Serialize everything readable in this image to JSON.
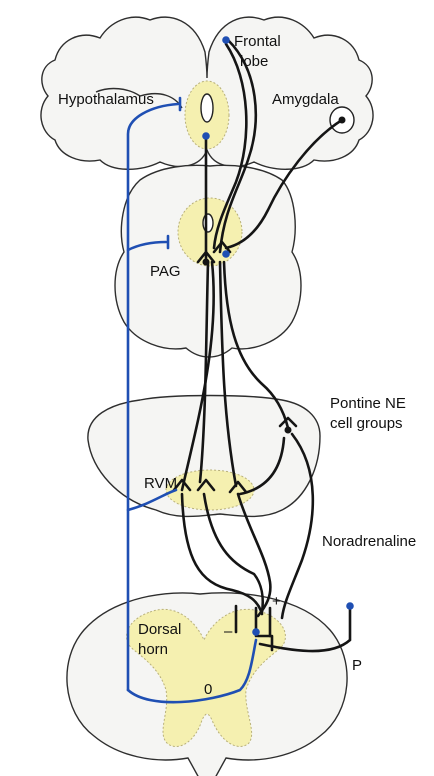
{
  "labels": {
    "frontal_lobe_1": "Frontal",
    "frontal_lobe_2": "lobe",
    "hypothalamus": "Hypothalamus",
    "amygdala": "Amygdala",
    "pag": "PAG",
    "pontine_1": "Pontine NE",
    "pontine_2": "cell groups",
    "rvm": "RVM",
    "noradrenaline": "Noradrenaline",
    "dorsal_1": "Dorsal",
    "dorsal_2": "horn",
    "plus": "+",
    "minus": "–",
    "p_fiber": "P",
    "zero": "0"
  },
  "colors": {
    "excitatory_pathway": "#151515",
    "blue_pathway": "#1f4fb3",
    "highlight_region": "#f5f0b0",
    "tissue": "#f5f5f3"
  }
}
